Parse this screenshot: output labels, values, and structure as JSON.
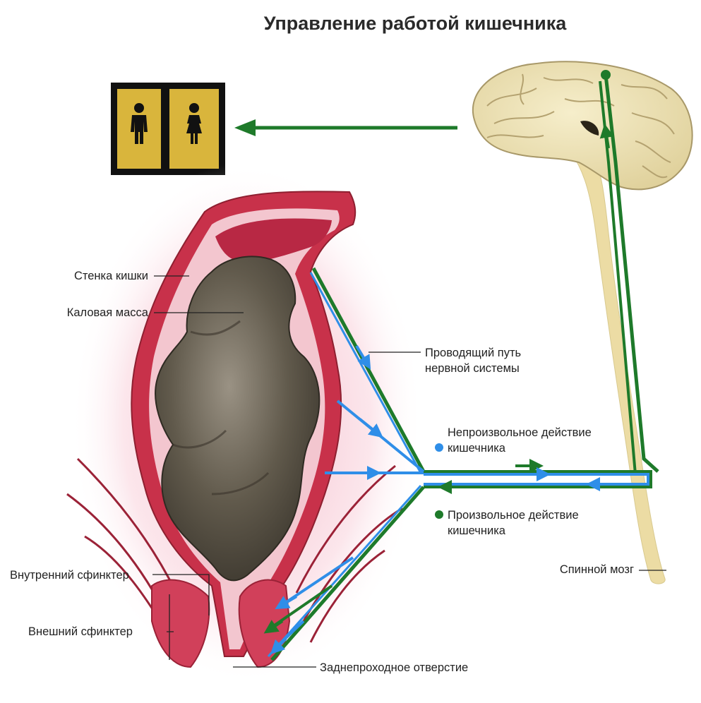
{
  "title": "Управление работой кишечника",
  "labels": {
    "intestine_wall": "Стенка кишки",
    "fecal_mass": "Каловая масса",
    "nerve_path_line1": "Проводящий путь",
    "nerve_path_line2": "нервной системы",
    "involuntary_line1": "Непроизвольное действие",
    "involuntary_line2": "кишечника",
    "voluntary_line1": "Произвольное действие",
    "voluntary_line2": "кишечника",
    "inner_sphincter": "Внутренний сфинктер",
    "outer_sphincter": "Внешний сфинктер",
    "anus": "Заднепроходное отверстие",
    "spinal_cord": "Спинной мозг"
  },
  "colors": {
    "involuntary": "#2f8ee8",
    "voluntary": "#1e7a2a",
    "intestine_wall": "#c8314a",
    "feces": "#5e564a",
    "brain": "#efe4b4",
    "toilet_sign": "#d9b53c"
  },
  "icons": {
    "toilet_sign": "toilet-sign-icon",
    "man": "man-icon",
    "woman": "woman-icon",
    "brain": "brain-icon"
  }
}
